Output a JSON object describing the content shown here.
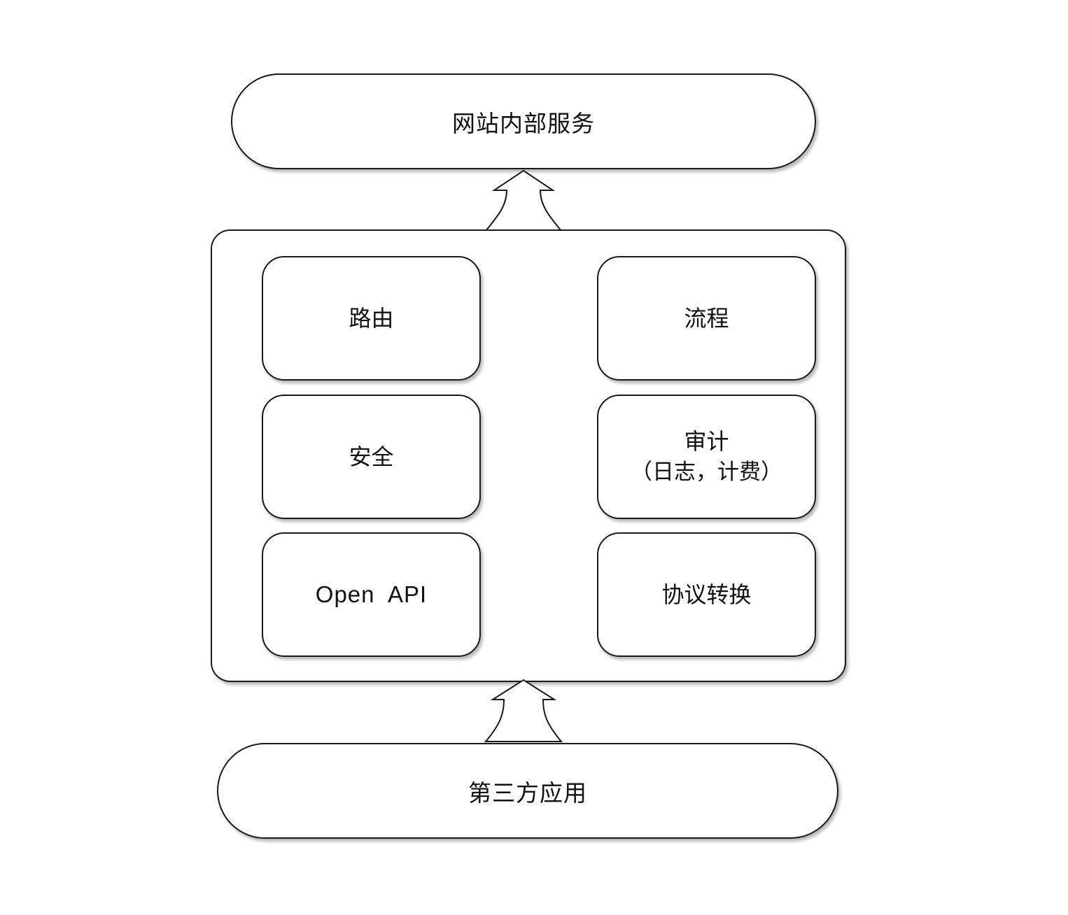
{
  "nodes": {
    "internal_services": "网站内部服务",
    "third_party_apps": "第三方应用"
  },
  "gateway_modules": {
    "routing": "路由",
    "workflow": "流程",
    "security": "安全",
    "audit_title": "审计",
    "audit_detail": "（日志，计费）",
    "open_api": "Open  API",
    "protocol_conversion": "协议转换"
  },
  "edges": [
    {
      "from": "third_party_apps",
      "to": "gateway",
      "style": "hollow-up-arrow"
    },
    {
      "from": "gateway",
      "to": "internal_services",
      "style": "hollow-up-arrow"
    }
  ],
  "colors": {
    "stroke": "#1a1a1a",
    "fill": "#ffffff",
    "text": "#111111"
  }
}
